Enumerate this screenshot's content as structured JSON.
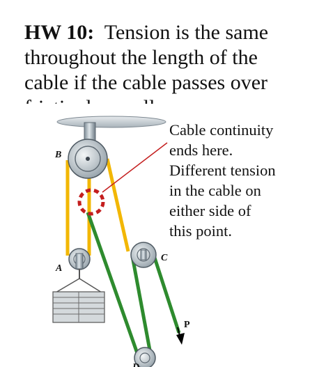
{
  "title": {
    "label": "HW 10:",
    "lines": [
      "Tension is the same",
      "throughout the length of the",
      "cable if the cable passes over",
      "frictionless pulley"
    ]
  },
  "note": {
    "lines": [
      "Cable continuity",
      "ends here.",
      "Different tension",
      "in the cable on",
      "either side of",
      "this point."
    ]
  },
  "diagram": {
    "labels": {
      "B": "B",
      "A": "A",
      "C": "C",
      "P": "P",
      "D": "D"
    },
    "colors": {
      "yellow_cable": "#f2b705",
      "green_cable": "#2e8b2e",
      "marker": "#c41e1e",
      "pointer_line": "#c41e1e",
      "metal": "#b8c4cc"
    }
  }
}
